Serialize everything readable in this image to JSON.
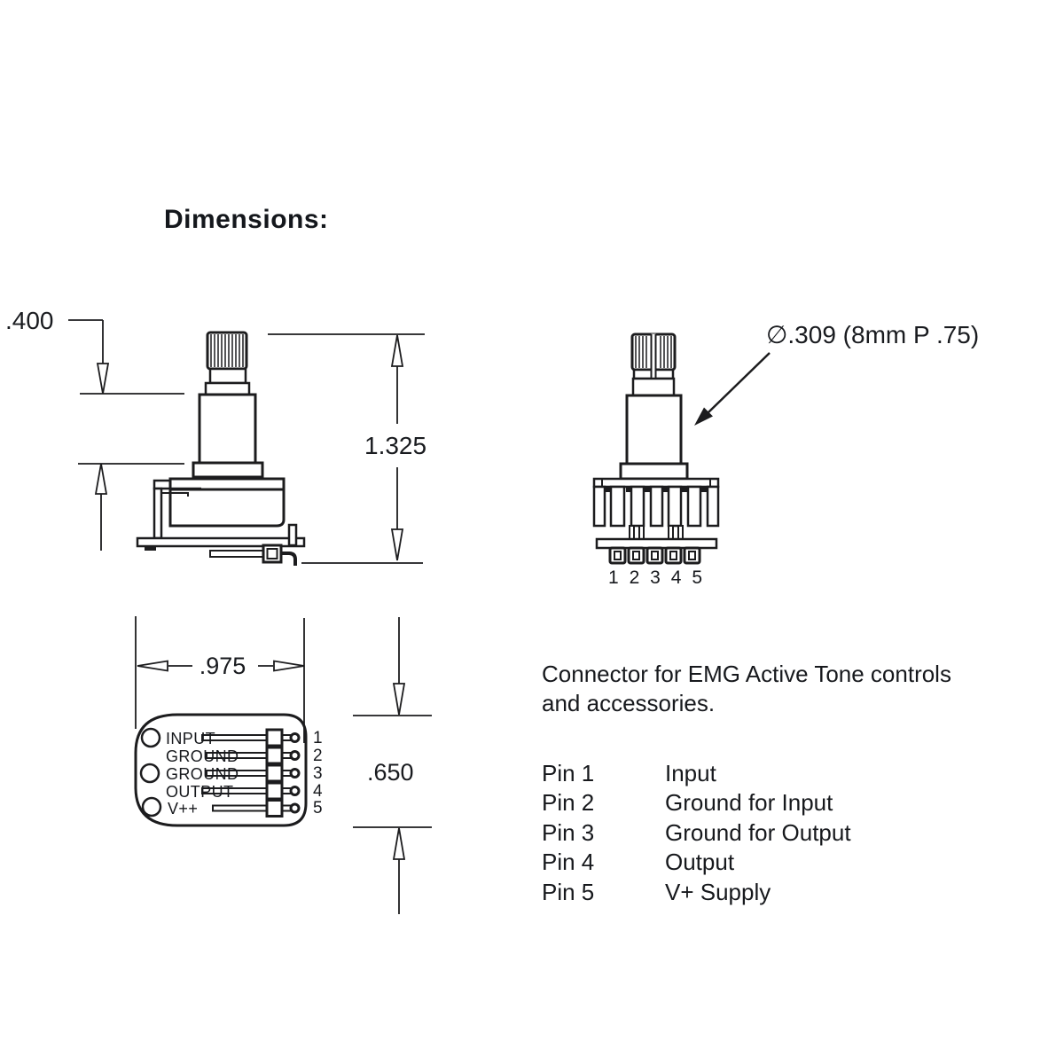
{
  "title": "Dimensions:",
  "colors": {
    "line": "#1c1c1e",
    "text": "#17191d",
    "background": "#ffffff"
  },
  "side_view": {
    "dim_bushing_length": ".400",
    "dim_total_height": "1.325"
  },
  "front_view": {
    "diameter_callout": "∅.309 (8mm P .75)",
    "pin_numbers": [
      "1",
      "2",
      "3",
      "4",
      "5"
    ]
  },
  "bottom_view": {
    "dim_width": ".975",
    "dim_height": ".650",
    "pad_labels": [
      "INPUT",
      "GROUND",
      "GROUND",
      "OUTPUT",
      "V++"
    ],
    "pin_numbers": [
      "1",
      "2",
      "3",
      "4",
      "5"
    ]
  },
  "description": {
    "line1": "Connector for EMG Active Tone controls",
    "line2": "and accessories."
  },
  "pin_table": {
    "rows": [
      {
        "pin": "Pin 1",
        "function": "Input"
      },
      {
        "pin": "Pin 2",
        "function": "Ground for Input"
      },
      {
        "pin": "Pin 3",
        "function": "Ground for Output"
      },
      {
        "pin": "Pin 4",
        "function": "Output"
      },
      {
        "pin": "Pin 5",
        "function": "V+ Supply"
      }
    ]
  }
}
